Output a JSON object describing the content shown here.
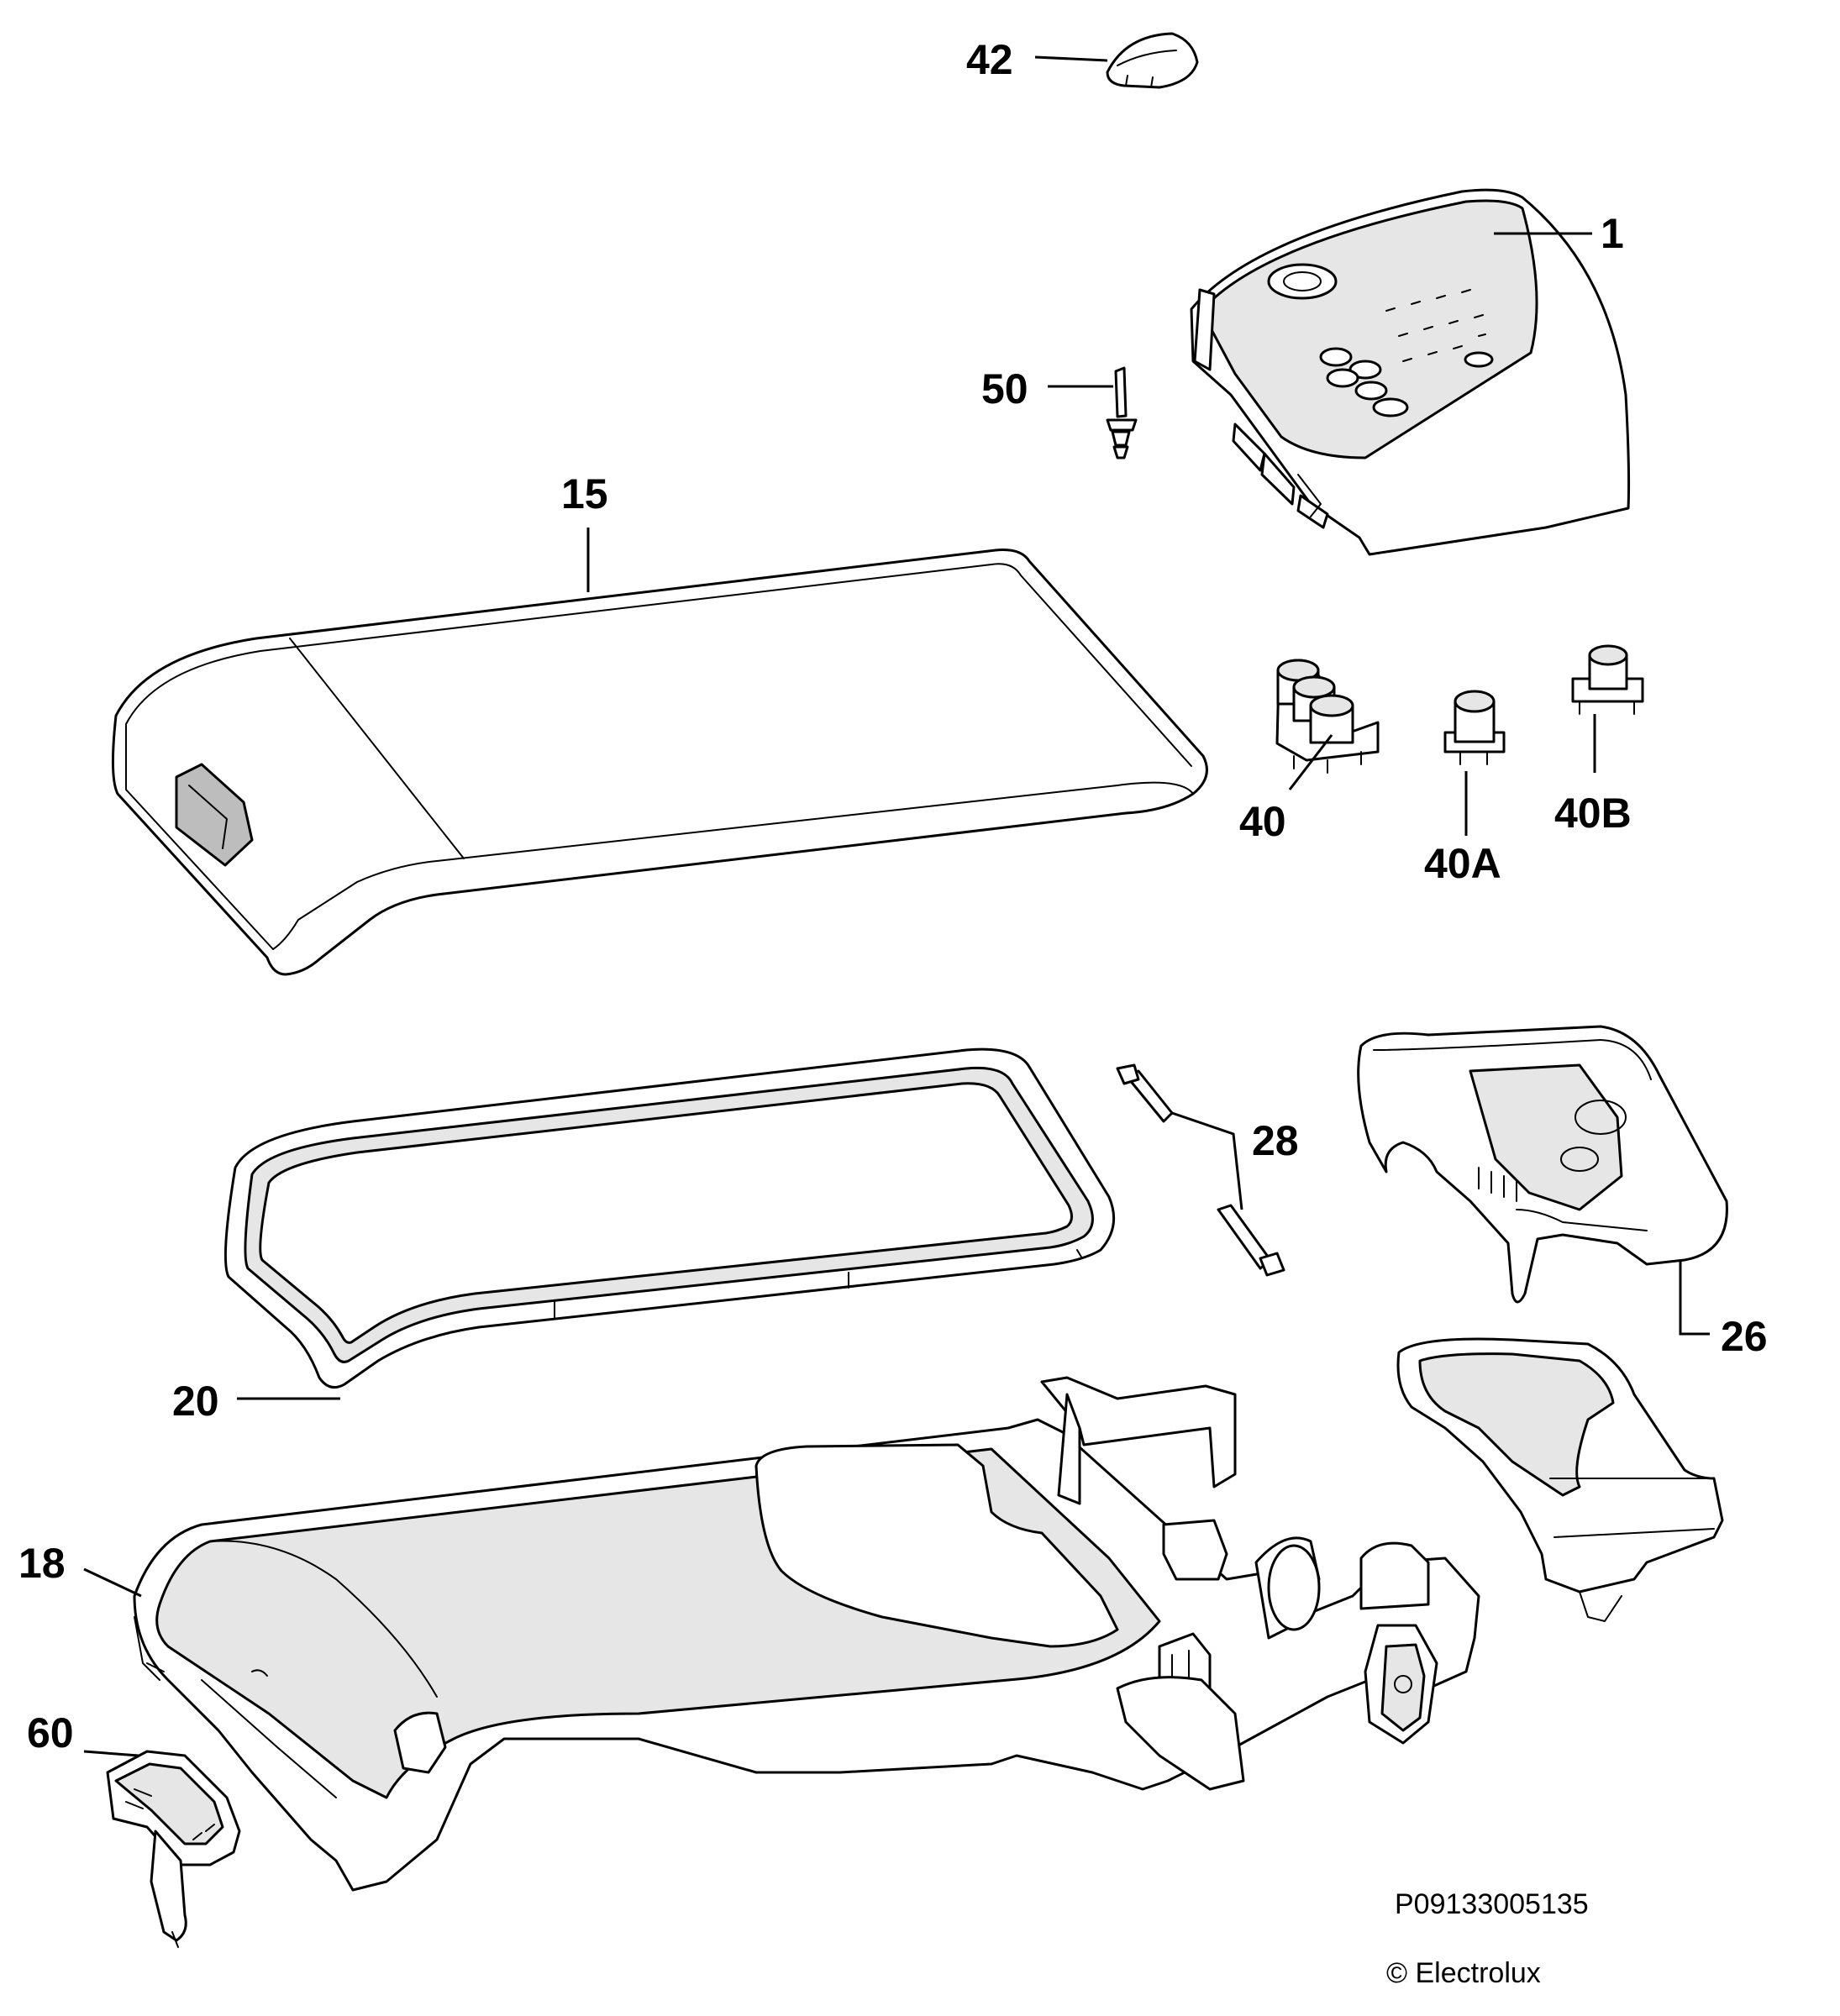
{
  "callouts": {
    "p42": "42",
    "p1": "1",
    "p50": "50",
    "p15": "15",
    "p40": "40",
    "p40a": "40A",
    "p40b": "40B",
    "p28": "28",
    "p26": "26",
    "p20": "20",
    "p18": "18",
    "p60": "60"
  },
  "footer": {
    "drawing_number": "P09133005135",
    "copyright": "© Electrolux"
  }
}
